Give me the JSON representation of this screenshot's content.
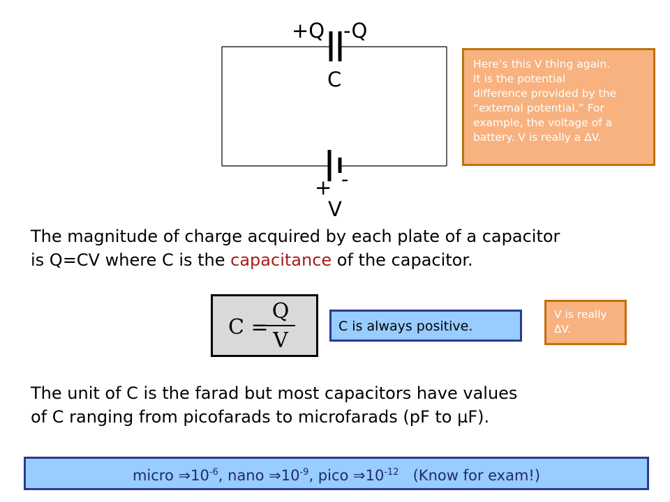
{
  "diagram": {
    "plus_q": "+Q",
    "minus_q": "-Q",
    "capacitor_label": "C",
    "battery_plus": "+",
    "battery_minus": "-",
    "battery_label": "V"
  },
  "note_v": {
    "line1": "Here’s this V thing again.",
    "line2": "It is the potential",
    "line3": "difference provided by the",
    "line4": "“external potential.” For",
    "line5": "example, the voltage of a",
    "line6": "battery. V is really a ∆V."
  },
  "para1": {
    "line1": "The magnitude of charge acquired by each plate of a capacitor",
    "line2_pre": "is Q=CV where C is the ",
    "line2_term": "capacitance",
    "line2_post": " of the capacitor."
  },
  "formula": {
    "lhs": "C =",
    "numerator": "Q",
    "denominator": "V"
  },
  "note_positive": "C is always positive.",
  "note_really": {
    "line1": "V is really",
    "line2": "∆V."
  },
  "para2": {
    "line1": "The unit of C is the farad but most capacitors have values",
    "line2": "of C ranging from picofarads to microfarads (pF to µF)."
  },
  "prefixes": {
    "micro": "micro ⇒10",
    "micro_exp": "-6",
    "nano": ",   nano ⇒10",
    "nano_exp": "-9",
    "pico": ",   pico ⇒10",
    "pico_exp": "-12",
    "exam": "   (Know for exam!)"
  }
}
